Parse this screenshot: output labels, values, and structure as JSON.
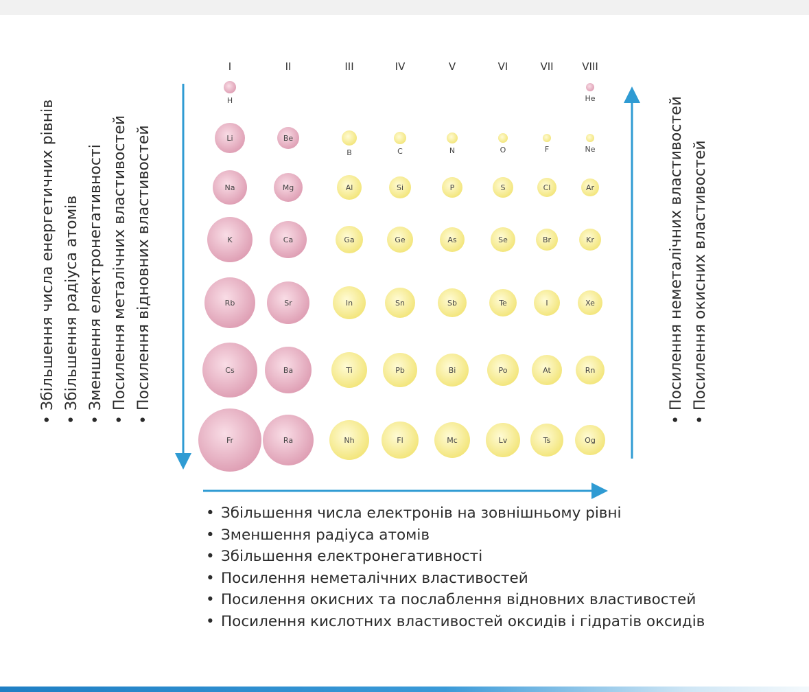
{
  "groups": [
    "I",
    "II",
    "III",
    "IV",
    "V",
    "VI",
    "VII",
    "VIII"
  ],
  "colors": {
    "metal_center": "#f9dde6",
    "metal_edge": "#dd9bb1",
    "nonmetal_center": "#fffbd5",
    "nonmetal_edge": "#f2e476",
    "arrow": "#2f9bd3"
  },
  "elements": [
    {
      "symbol": "H",
      "col": 1,
      "row": 1,
      "kind": "metal",
      "radius": 9,
      "label_below": true
    },
    {
      "symbol": "He",
      "col": 8,
      "row": 1,
      "kind": "metal",
      "radius": 6,
      "label_below": true
    },
    {
      "symbol": "Li",
      "col": 1,
      "row": 2,
      "kind": "metal",
      "radius": 22
    },
    {
      "symbol": "Be",
      "col": 2,
      "row": 2,
      "kind": "metal",
      "radius": 16
    },
    {
      "symbol": "B",
      "col": 3,
      "row": 2,
      "kind": "nonmetal",
      "radius": 11,
      "label_below": true
    },
    {
      "symbol": "C",
      "col": 4,
      "row": 2,
      "kind": "nonmetal",
      "radius": 9,
      "label_below": true
    },
    {
      "symbol": "N",
      "col": 5,
      "row": 2,
      "kind": "nonmetal",
      "radius": 8,
      "label_below": true
    },
    {
      "symbol": "O",
      "col": 6,
      "row": 2,
      "kind": "nonmetal",
      "radius": 7,
      "label_below": true
    },
    {
      "symbol": "F",
      "col": 7,
      "row": 2,
      "kind": "nonmetal",
      "radius": 6,
      "label_below": true
    },
    {
      "symbol": "Ne",
      "col": 8,
      "row": 2,
      "kind": "nonmetal",
      "radius": 6,
      "label_below": true
    },
    {
      "symbol": "Na",
      "col": 1,
      "row": 3,
      "kind": "metal",
      "radius": 25
    },
    {
      "symbol": "Mg",
      "col": 2,
      "row": 3,
      "kind": "metal",
      "radius": 21
    },
    {
      "symbol": "Al",
      "col": 3,
      "row": 3,
      "kind": "nonmetal",
      "radius": 18
    },
    {
      "symbol": "Si",
      "col": 4,
      "row": 3,
      "kind": "nonmetal",
      "radius": 16
    },
    {
      "symbol": "P",
      "col": 5,
      "row": 3,
      "kind": "nonmetal",
      "radius": 15
    },
    {
      "symbol": "S",
      "col": 6,
      "row": 3,
      "kind": "nonmetal",
      "radius": 15
    },
    {
      "symbol": "Cl",
      "col": 7,
      "row": 3,
      "kind": "nonmetal",
      "radius": 14
    },
    {
      "symbol": "Ar",
      "col": 8,
      "row": 3,
      "kind": "nonmetal",
      "radius": 13
    },
    {
      "symbol": "K",
      "col": 1,
      "row": 4,
      "kind": "metal",
      "radius": 33
    },
    {
      "symbol": "Ca",
      "col": 2,
      "row": 4,
      "kind": "metal",
      "radius": 27
    },
    {
      "symbol": "Ga",
      "col": 3,
      "row": 4,
      "kind": "nonmetal",
      "radius": 20
    },
    {
      "symbol": "Ge",
      "col": 4,
      "row": 4,
      "kind": "nonmetal",
      "radius": 19
    },
    {
      "symbol": "As",
      "col": 5,
      "row": 4,
      "kind": "nonmetal",
      "radius": 18
    },
    {
      "symbol": "Se",
      "col": 6,
      "row": 4,
      "kind": "nonmetal",
      "radius": 18
    },
    {
      "symbol": "Br",
      "col": 7,
      "row": 4,
      "kind": "nonmetal",
      "radius": 16
    },
    {
      "symbol": "Kr",
      "col": 8,
      "row": 4,
      "kind": "nonmetal",
      "radius": 16
    },
    {
      "symbol": "Rb",
      "col": 1,
      "row": 5,
      "kind": "metal",
      "radius": 37
    },
    {
      "symbol": "Sr",
      "col": 2,
      "row": 5,
      "kind": "metal",
      "radius": 31
    },
    {
      "symbol": "In",
      "col": 3,
      "row": 5,
      "kind": "nonmetal",
      "radius": 24
    },
    {
      "symbol": "Sn",
      "col": 4,
      "row": 5,
      "kind": "nonmetal",
      "radius": 22
    },
    {
      "symbol": "Sb",
      "col": 5,
      "row": 5,
      "kind": "nonmetal",
      "radius": 21
    },
    {
      "symbol": "Te",
      "col": 6,
      "row": 5,
      "kind": "nonmetal",
      "radius": 20
    },
    {
      "symbol": "I",
      "col": 7,
      "row": 5,
      "kind": "nonmetal",
      "radius": 19
    },
    {
      "symbol": "Xe",
      "col": 8,
      "row": 5,
      "kind": "nonmetal",
      "radius": 18
    },
    {
      "symbol": "Cs",
      "col": 1,
      "row": 6,
      "kind": "metal",
      "radius": 40
    },
    {
      "symbol": "Ba",
      "col": 2,
      "row": 6,
      "kind": "metal",
      "radius": 34
    },
    {
      "symbol": "Ti",
      "col": 3,
      "row": 6,
      "kind": "nonmetal",
      "radius": 26
    },
    {
      "symbol": "Pb",
      "col": 4,
      "row": 6,
      "kind": "nonmetal",
      "radius": 25
    },
    {
      "symbol": "Bi",
      "col": 5,
      "row": 6,
      "kind": "nonmetal",
      "radius": 24
    },
    {
      "symbol": "Po",
      "col": 6,
      "row": 6,
      "kind": "nonmetal",
      "radius": 23
    },
    {
      "symbol": "At",
      "col": 7,
      "row": 6,
      "kind": "nonmetal",
      "radius": 22
    },
    {
      "symbol": "Rn",
      "col": 8,
      "row": 6,
      "kind": "nonmetal",
      "radius": 21
    },
    {
      "symbol": "Fr",
      "col": 1,
      "row": 7,
      "kind": "metal",
      "radius": 46
    },
    {
      "symbol": "Ra",
      "col": 2,
      "row": 7,
      "kind": "metal",
      "radius": 37
    },
    {
      "symbol": "Nh",
      "col": 3,
      "row": 7,
      "kind": "nonmetal",
      "radius": 29
    },
    {
      "symbol": "Fl",
      "col": 4,
      "row": 7,
      "kind": "nonmetal",
      "radius": 27
    },
    {
      "symbol": "Mc",
      "col": 5,
      "row": 7,
      "kind": "nonmetal",
      "radius": 26
    },
    {
      "symbol": "Lv",
      "col": 6,
      "row": 7,
      "kind": "nonmetal",
      "radius": 25
    },
    {
      "symbol": "Ts",
      "col": 7,
      "row": 7,
      "kind": "nonmetal",
      "radius": 24
    },
    {
      "symbol": "Og",
      "col": 8,
      "row": 7,
      "kind": "nonmetal",
      "radius": 22
    }
  ],
  "left_list": [
    "Збільшення числа енергетичних рівнів",
    "Збільшення радіуса атомів",
    "Зменшення електронегативності",
    "Посилення металічних властивостей",
    "Посилення відновних властивостей"
  ],
  "right_list": [
    "Посилення неметалічних властивостей",
    "Посилення окисних властивостей"
  ],
  "bottom_list": [
    "Збільшення числа електронів на зовнішньому рівні",
    "Зменшення радіуса атомів",
    "Збільшення електронегативності",
    "Посилення неметалічних властивостей",
    "Посилення окисних та послаблення відновних властивостей",
    "Посилення кислотних властивостей оксидів і гідратів оксидів"
  ]
}
